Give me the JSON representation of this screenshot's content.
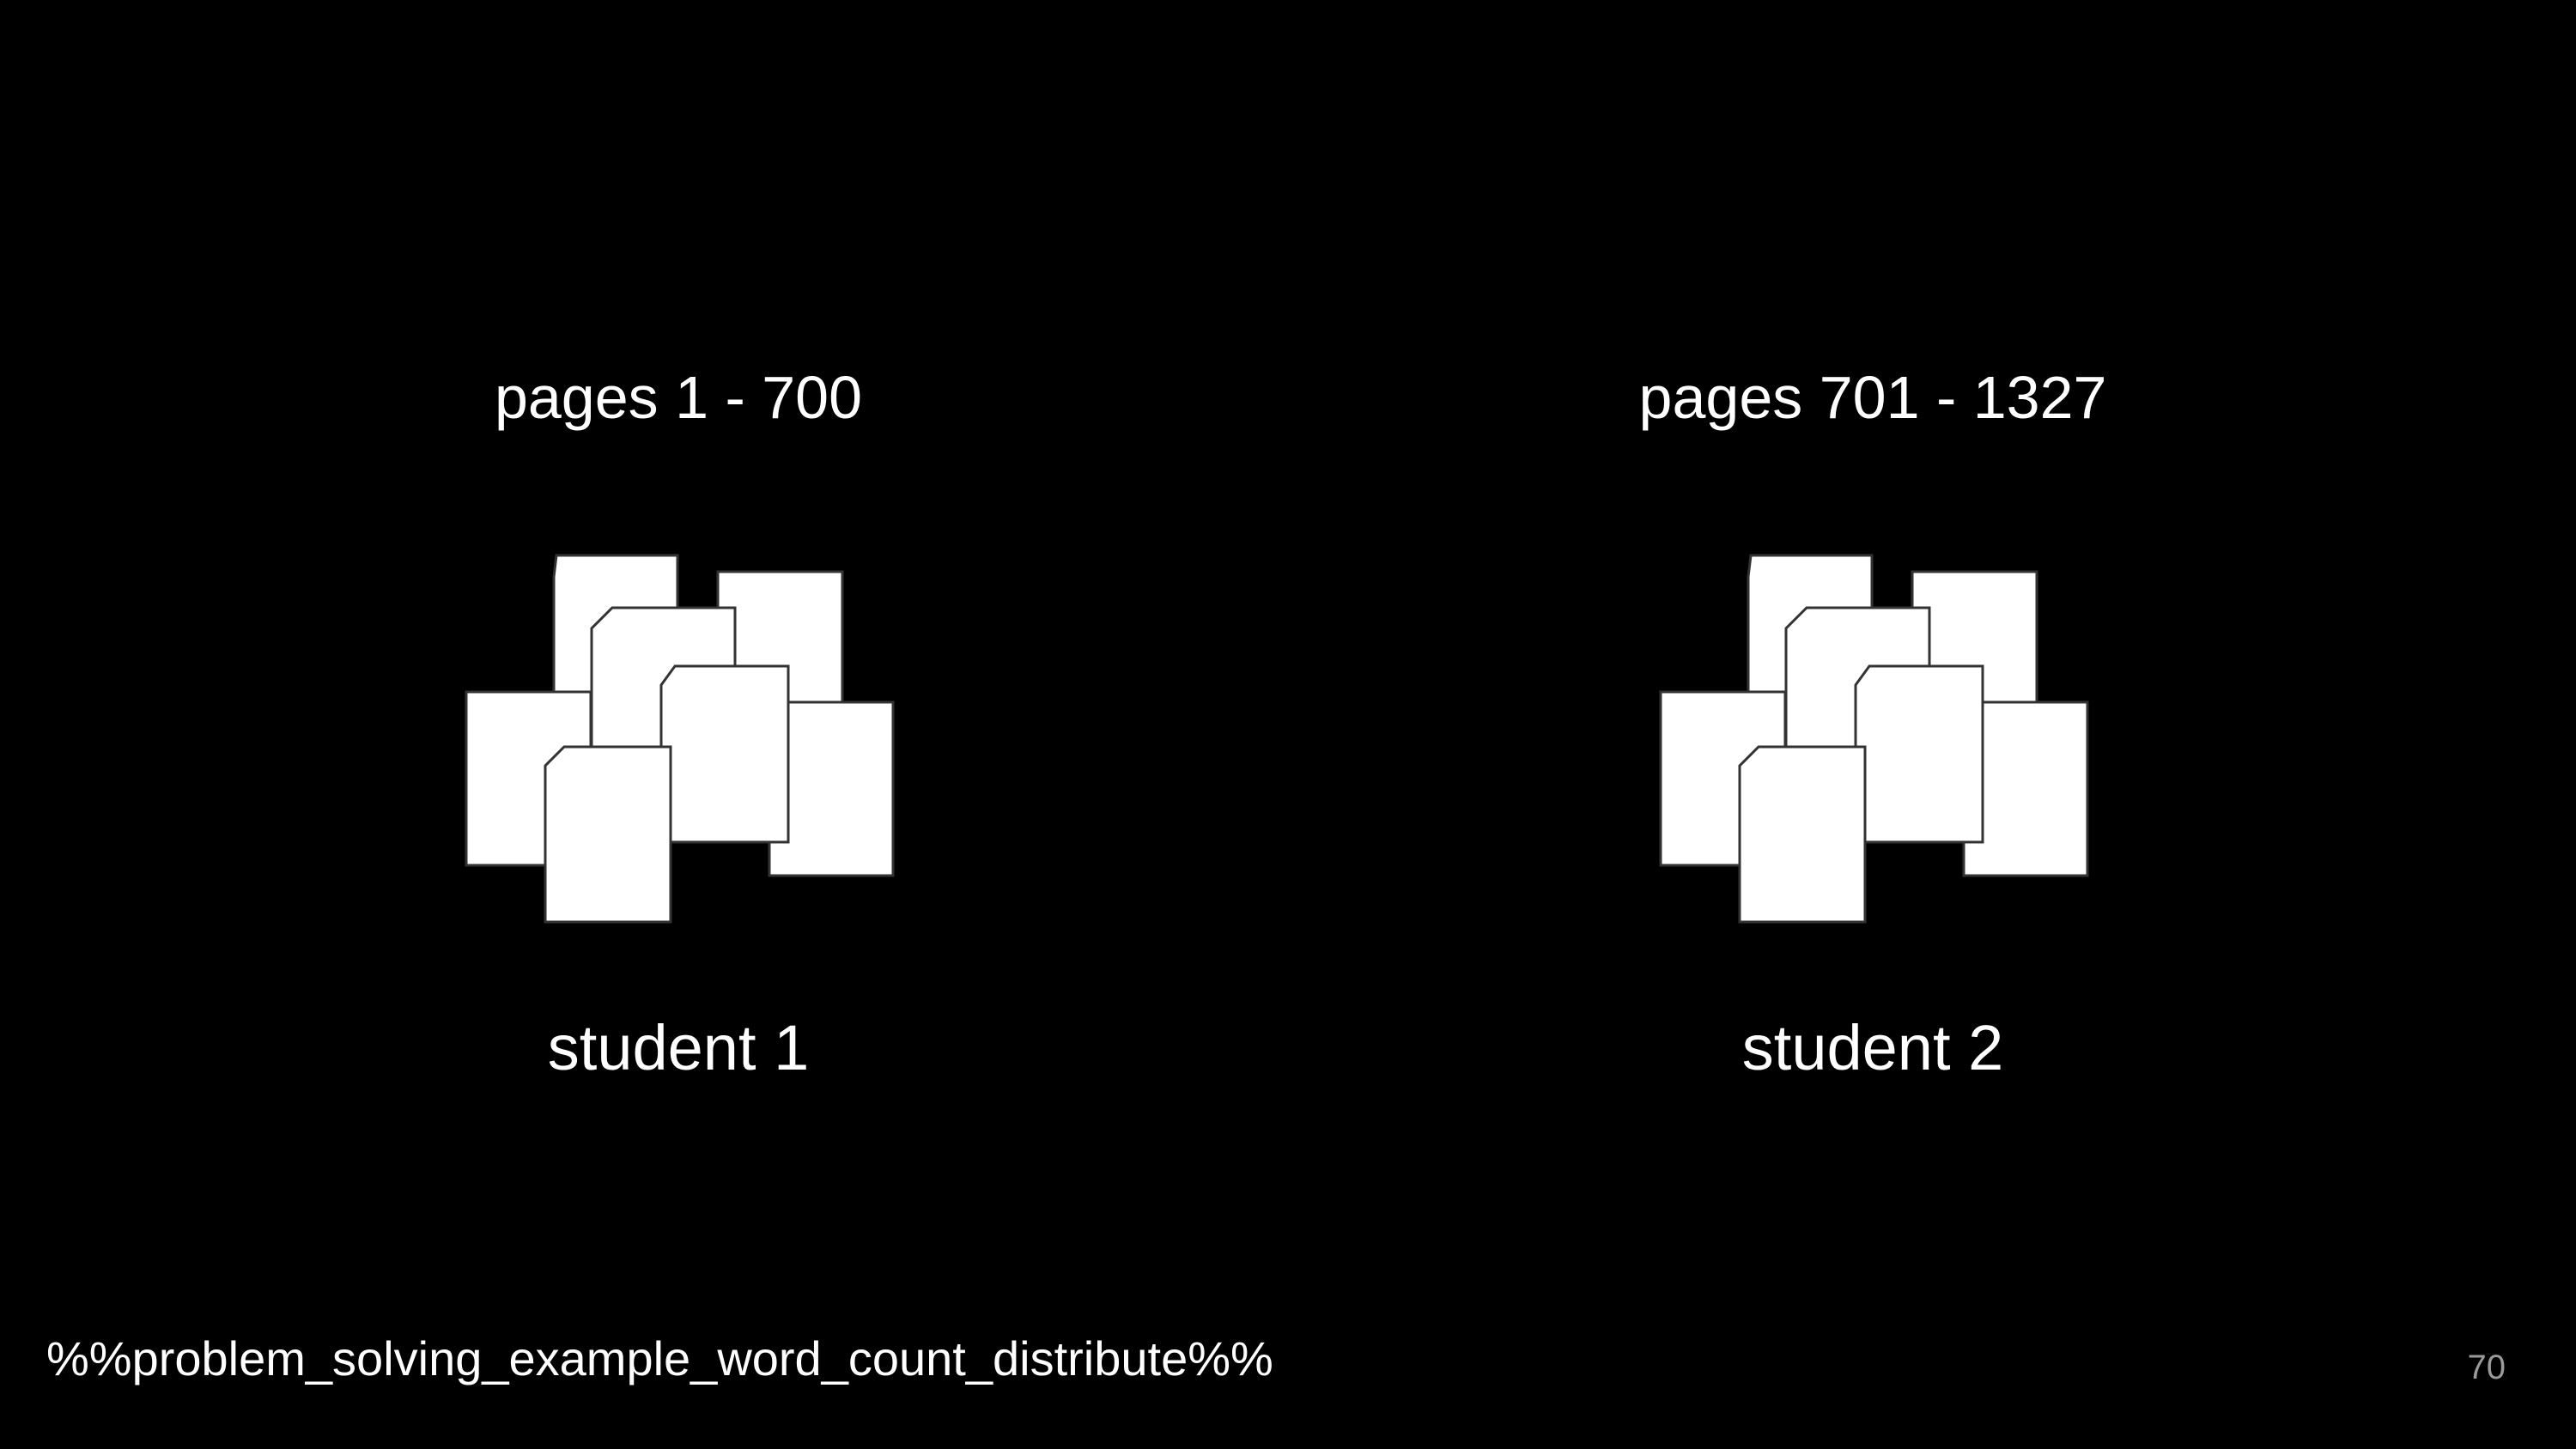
{
  "slide": {
    "groups": [
      {
        "range_label": "pages 1 - 700",
        "student_label": "student 1",
        "icon": "stack-of-pages-icon"
      },
      {
        "range_label": "pages 701 - 1327",
        "student_label": "student 2",
        "icon": "stack-of-pages-icon"
      }
    ],
    "footer_code": "%%problem_solving_example_word_count_distribute%%",
    "slide_number": "70"
  },
  "colors": {
    "background": "#000000",
    "text": "#ffffff",
    "page_fill": "#ffffff",
    "page_stroke": "#333333",
    "slide_number": "#9a9a9a"
  }
}
